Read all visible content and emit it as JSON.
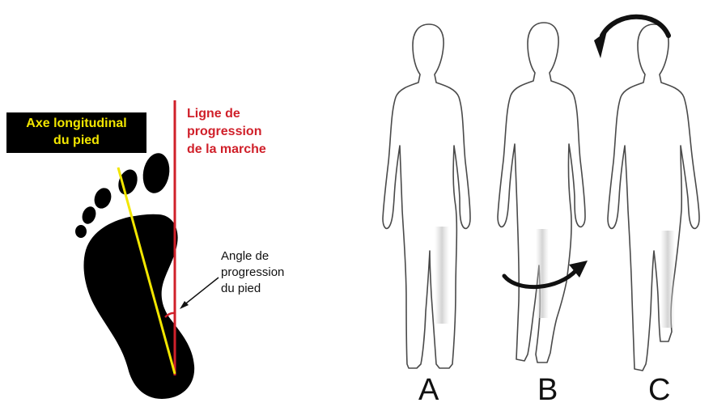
{
  "left_diagram": {
    "axis_label_lines": [
      "Axe longitudinal",
      "du pied"
    ],
    "progression_line_label_lines": [
      "Ligne de",
      "progression",
      "de la marche"
    ],
    "angle_label_lines": [
      "Angle de",
      "progression",
      "du pied"
    ]
  },
  "right_diagram": {
    "panels": [
      {
        "letter": "A"
      },
      {
        "letter": "B"
      },
      {
        "letter": "C"
      }
    ]
  },
  "colors": {
    "foot": "#000000",
    "foot_axis": "#f2e600",
    "progression_line": "#d0202a",
    "angle_arc": "#d0202a",
    "figure_outline": "#4a4a4a",
    "rotation_arrow": "#111111"
  }
}
